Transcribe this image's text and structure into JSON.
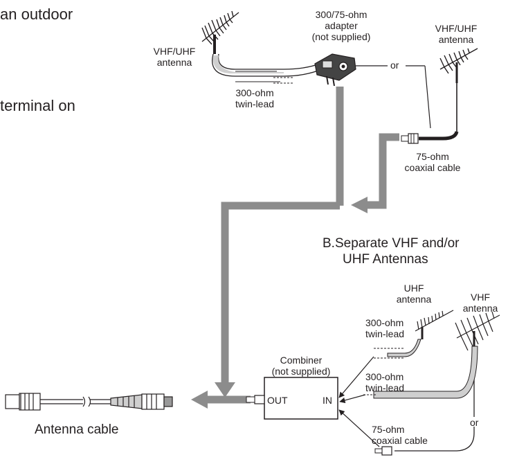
{
  "intro_fragments": {
    "line1": "an outdoor",
    "line2": "terminal on"
  },
  "section_a": {
    "left_antenna_label": [
      "VHF/UHF",
      "antenna"
    ],
    "adapter_label": [
      "300/75-ohm",
      "adapter",
      "(not supplied)"
    ],
    "right_antenna_label": [
      "VHF/UHF",
      "antenna"
    ],
    "or_label": "or",
    "twin_lead_label": [
      "300-ohm",
      "twin-lead"
    ],
    "coax_label": [
      "75-ohm",
      "coaxial cable"
    ]
  },
  "section_b": {
    "title_line1": "B.Separate VHF  and/or",
    "title_line2": "UHF Antennas",
    "uhf_antenna_label": [
      "UHF",
      "antenna"
    ],
    "vhf_antenna_label": [
      "VHF",
      "antenna"
    ],
    "twin_lead_1_label": [
      "300-ohm",
      "twin-lead"
    ],
    "twin_lead_2_label": [
      "300-ohm",
      "twin-lead"
    ],
    "coax_label": [
      "75-ohm",
      "coaxial cable"
    ],
    "or_label": "or"
  },
  "combiner": {
    "label": [
      "Combiner",
      "(not supplied)"
    ],
    "out_label": "OUT",
    "in_label": "IN"
  },
  "antenna_cable_label": "Antenna cable",
  "colors": {
    "ink": "#231f20",
    "arrow_gray": "#8c8c8c",
    "cable_fill": "#cfcfcf"
  }
}
